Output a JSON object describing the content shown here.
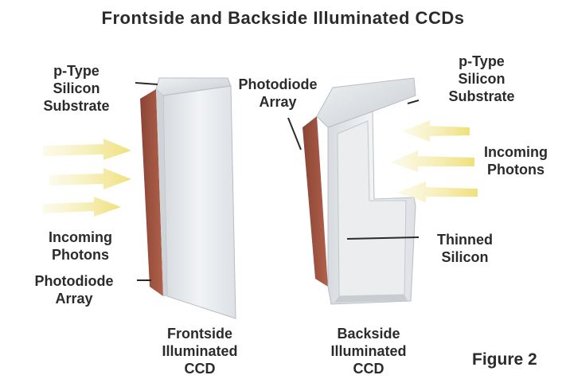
{
  "title": "Frontside and Backside Illuminated CCDs",
  "figure_label": "Figure 2",
  "labels": {
    "left_substrate": [
      "p-Type",
      "Silicon",
      "Substrate"
    ],
    "left_photons": [
      "Incoming",
      "Photons"
    ],
    "left_photodiode": [
      "Photodiode",
      "Array"
    ],
    "left_caption": [
      "Frontside",
      "Illuminated",
      "CCD"
    ],
    "center_photodiode": [
      "Photodiode",
      "Array"
    ],
    "right_substrate": [
      "p-Type",
      "Silicon",
      "Substrate"
    ],
    "right_photons": [
      "Incoming",
      "Photons"
    ],
    "right_thinned": [
      "Thinned",
      "Silicon"
    ],
    "right_caption": [
      "Backside",
      "Illuminated",
      "CCD"
    ]
  },
  "colors": {
    "silicon": "#e4e7ea",
    "silicon_shadow": "#c3c8cd",
    "photodiode": "#a0533f",
    "photon": "#f3e9a8",
    "text": "#2b2b2b"
  }
}
